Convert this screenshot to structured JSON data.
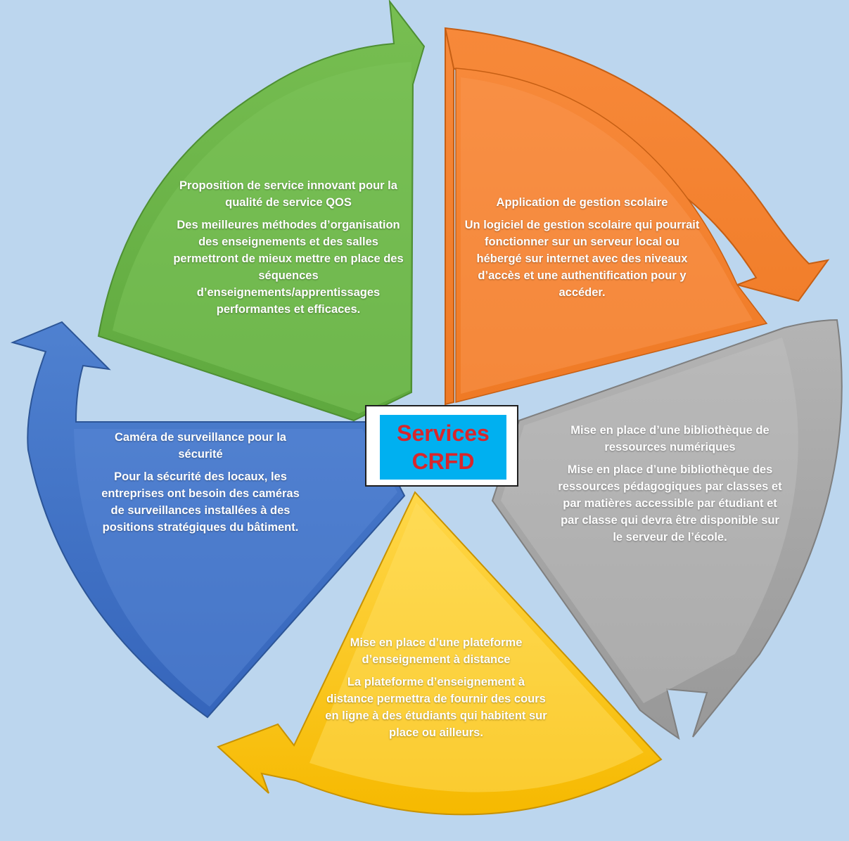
{
  "center": {
    "line1": "Services",
    "line2": "CRFD"
  },
  "segments": [
    {
      "id": "qos",
      "title": "Proposition de service innovant pour la qualité de service QOS",
      "body": "Des meilleures méthodes d’organisation des enseignements et des salles permettront de mieux mettre en place des séquences d’enseignements/apprentissages performantes et efficaces.",
      "color": "#6ab04c"
    },
    {
      "id": "gestion",
      "title": "Application de gestion scolaire",
      "body": "Un logiciel de gestion scolaire qui pourrait fonctionner sur un serveur local ou hébergé sur internet avec des niveaux d’accès et une authentification pour y accéder.",
      "color": "#f07f2c"
    },
    {
      "id": "bibliotheque",
      "title": "Mise en place d’une bibliothèque de ressources numériques",
      "body": "Mise en place d’une bibliothèque des ressources pédagogiques par classes et par matières accessible par étudiant et par classe qui devra être disponible sur le serveur de l’école.",
      "color": "#a6a6a6"
    },
    {
      "id": "plateforme",
      "title": "Mise en place d’une plateforme d’enseignement à distance",
      "body": "La plateforme d’enseignement à distance permettra de fournir des cours en ligne à des étudiants qui habitent sur place ou ailleurs.",
      "color": "#ffc000"
    },
    {
      "id": "camera",
      "title": "Caméra de surveillance pour la sécurité",
      "body": "Pour la sécurité des locaux, les entreprises ont besoin des caméras de surveillances installées à des positions stratégiques du bâtiment.",
      "color": "#4472c4"
    }
  ]
}
